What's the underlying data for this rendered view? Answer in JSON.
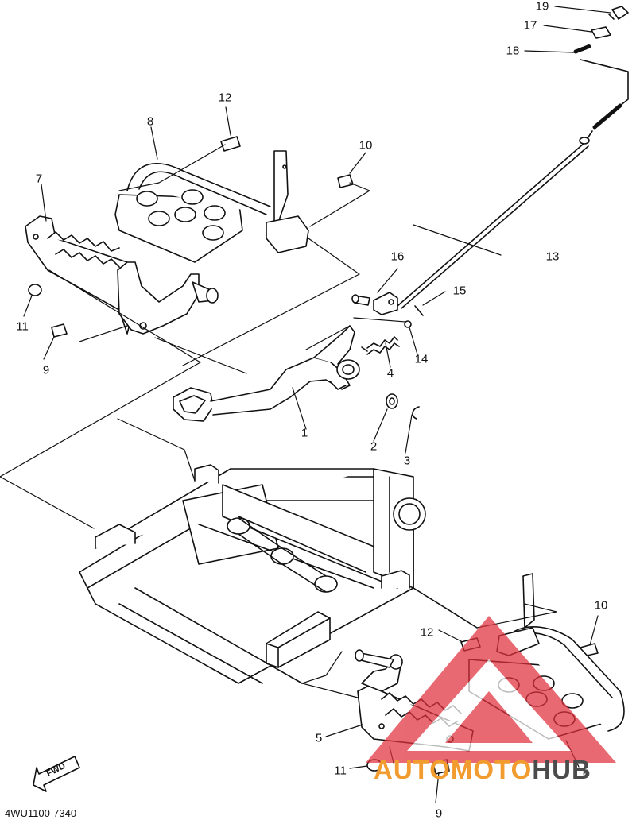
{
  "callouts": [
    {
      "id": "19",
      "label": "19"
    },
    {
      "id": "17",
      "label": "17"
    },
    {
      "id": "18",
      "label": "18"
    },
    {
      "id": "12a",
      "label": "12"
    },
    {
      "id": "8",
      "label": "8"
    },
    {
      "id": "10a",
      "label": "10"
    },
    {
      "id": "7",
      "label": "7"
    },
    {
      "id": "16",
      "label": "16"
    },
    {
      "id": "13",
      "label": "13"
    },
    {
      "id": "15",
      "label": "15"
    },
    {
      "id": "11a",
      "label": "11"
    },
    {
      "id": "9a",
      "label": "9"
    },
    {
      "id": "14",
      "label": "14"
    },
    {
      "id": "4",
      "label": "4"
    },
    {
      "id": "1",
      "label": "1"
    },
    {
      "id": "2",
      "label": "2"
    },
    {
      "id": "3",
      "label": "3"
    },
    {
      "id": "10b",
      "label": "10"
    },
    {
      "id": "12b",
      "label": "12"
    },
    {
      "id": "5",
      "label": "5"
    },
    {
      "id": "6",
      "label": "6"
    },
    {
      "id": "11b",
      "label": "11"
    },
    {
      "id": "9b",
      "label": "9"
    }
  ],
  "drawing_code": "4WU1100-7340",
  "fwd_label": "FWD",
  "watermark": {
    "part_a": "AUTOMOTO",
    "part_b": "HUB",
    "color_a": "#f29b2e",
    "color_b": "#4b4b4b",
    "triangle_color": "#e0303c"
  },
  "line_color": "#111111"
}
